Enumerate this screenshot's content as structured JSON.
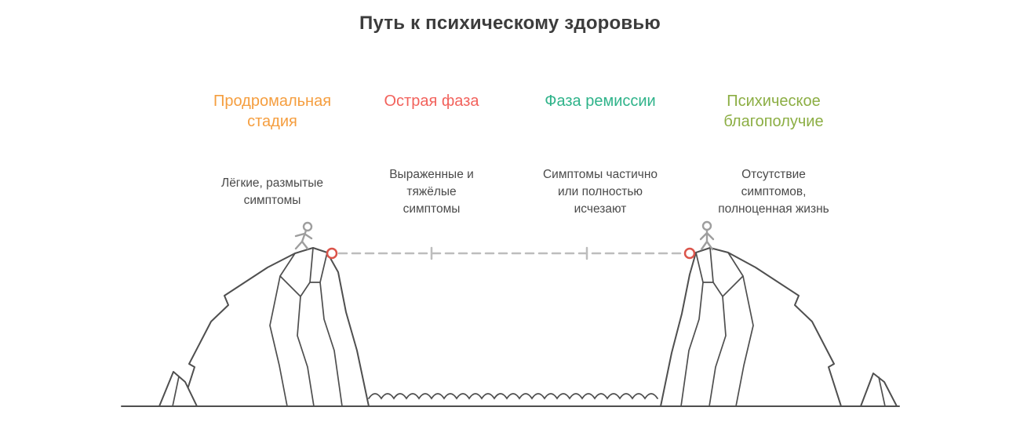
{
  "title": "Путь к психическому здоровью",
  "stages": [
    {
      "label": [
        "Продромальная",
        "стадия"
      ],
      "description": [
        "Лёгкие, размытые",
        "симптомы"
      ],
      "color": "#F59E3F"
    },
    {
      "label": [
        "Острая фаза"
      ],
      "description": [
        "Выраженные и",
        "тяжёлые",
        "симптомы"
      ],
      "color": "#F2625C"
    },
    {
      "label": [
        "Фаза ремиссии"
      ],
      "description": [
        "Симптомы частично",
        "или полностью",
        "исчезают"
      ],
      "color": "#2FB38A"
    },
    {
      "label": [
        "Психическое",
        "благополучие"
      ],
      "description": [
        "Отсутствие",
        "симптомов,",
        "полноценная жизнь"
      ],
      "color": "#8CAE44"
    }
  ],
  "illustration": {
    "anchor_color": "#DB544A",
    "rope_color": "#BDBDBD",
    "outline_color": "#4F4F4F",
    "figure_color": "#9E9E9E",
    "text_color": "#4A4A4A"
  }
}
